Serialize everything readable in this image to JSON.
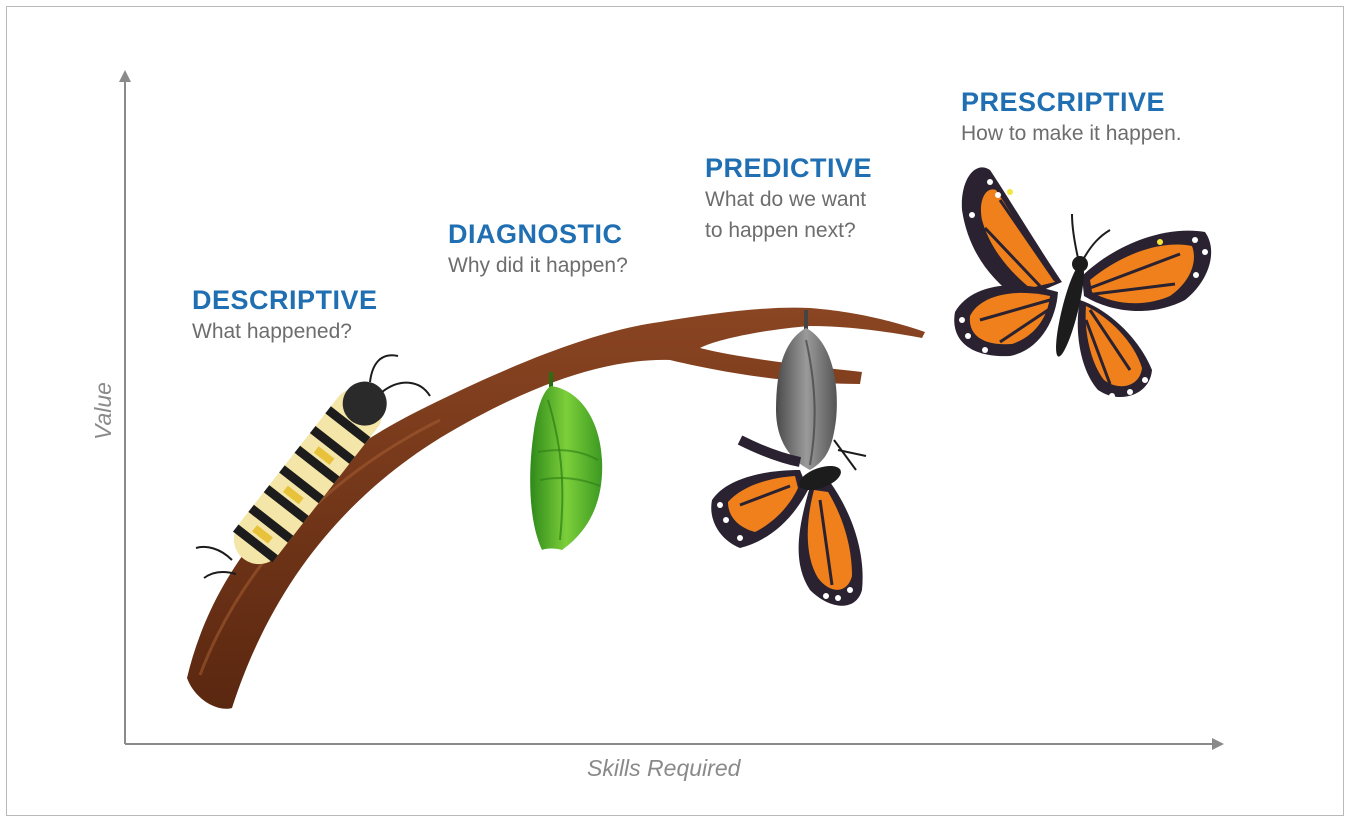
{
  "axes": {
    "y_label": "Value",
    "x_label": "Skills Required"
  },
  "stages": [
    {
      "title": "DESCRIPTIVE",
      "question": "What happened?",
      "figure": "caterpillar-icon"
    },
    {
      "title": "DIAGNOSTIC",
      "question": "Why did it happen?",
      "figure": "green-chrysalis-icon"
    },
    {
      "title": "PREDICTIVE",
      "question": "What do we want\nto happen next?",
      "figure": "emerging-butterfly-icon"
    },
    {
      "title": "PRESCRIPTIVE",
      "question": "How to make it happen.",
      "figure": "monarch-butterfly-icon"
    }
  ],
  "colors": {
    "title": "#1f6fb2",
    "question": "#6d6d6d",
    "axis": "#8a8a8a",
    "branch": "#6e3116",
    "wing_orange": "#f0801c",
    "wing_black": "#2a2230",
    "chrysalis_green": "#4fae2a"
  }
}
